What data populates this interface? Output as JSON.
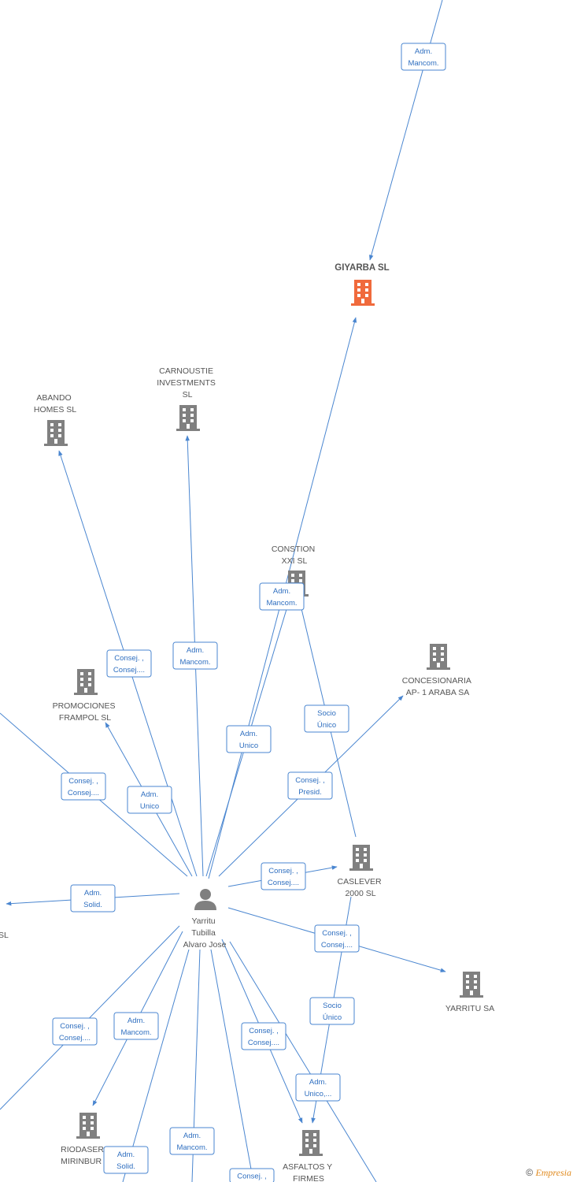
{
  "colors": {
    "edge": "#4a86d0",
    "building": "#808080",
    "focus_building": "#f06a3c",
    "person": "#808080"
  },
  "nodes": [
    {
      "id": "giyarba",
      "label_lines": [
        "GIYARBA  SL"
      ],
      "type": "company",
      "focus": true
    },
    {
      "id": "abando",
      "label_lines": [
        "ABANDO",
        "HOMES  SL"
      ],
      "type": "company"
    },
    {
      "id": "carnoustie",
      "label_lines": [
        "CARNOUSTIE",
        "INVESTMENTS",
        "SL"
      ],
      "type": "company"
    },
    {
      "id": "constion",
      "label_lines": [
        "CONSTION",
        "XXI  SL"
      ],
      "type": "company"
    },
    {
      "id": "concesionaria",
      "label_lines": [
        "CONCESIONARIA",
        "AP- 1 ARABA SA"
      ],
      "type": "company"
    },
    {
      "id": "promociones",
      "label_lines": [
        "PROMOCIONES",
        "FRAMPOL  SL"
      ],
      "type": "company"
    },
    {
      "id": "caslever",
      "label_lines": [
        "CASLEVER",
        "2000 SL"
      ],
      "type": "company"
    },
    {
      "id": "yarritu_sa",
      "label_lines": [
        "YARRITU SA"
      ],
      "type": "company"
    },
    {
      "id": "riodaser",
      "label_lines": [
        "RIODASER &",
        "MIRINBUR  SL"
      ],
      "type": "company"
    },
    {
      "id": "asfaltos",
      "label_lines": [
        "ASFALTOS Y",
        "FIRMES"
      ],
      "type": "company"
    },
    {
      "id": "left_sl",
      "label_lines": [
        "SL"
      ],
      "type": "company"
    },
    {
      "id": "person",
      "label_lines": [
        "Yarritu",
        "Tubilla",
        "Alvaro Jose"
      ],
      "type": "person"
    }
  ],
  "edge_labels": [
    [
      "Adm.",
      "Mancom."
    ],
    [
      "Consej. ,",
      "Consej...."
    ],
    [
      "Adm.",
      "Mancom."
    ],
    [
      "Adm.",
      "Mancom."
    ],
    [
      "Adm.",
      "Unico"
    ],
    [
      "Socio",
      "Único"
    ],
    [
      "Consej. ,",
      "Consej...."
    ],
    [
      "Adm.",
      "Unico"
    ],
    [
      "Consej. ,",
      "Presid."
    ],
    [
      "Consej. ,",
      "Consej...."
    ],
    [
      "Adm.",
      "Solid."
    ],
    [
      "Consej. ,",
      "Consej...."
    ],
    [
      "Socio",
      "Único"
    ],
    [
      "Consej. ,",
      "Consej...."
    ],
    [
      "Adm.",
      "Mancom."
    ],
    [
      "Consej. ,",
      "Consej...."
    ],
    [
      "Adm.",
      "Unico,..."
    ],
    [
      "Adm.",
      "Solid."
    ],
    [
      "Adm.",
      "Mancom."
    ],
    [
      "Consej. ,"
    ]
  ],
  "copyright": {
    "symbol": "©",
    "brand": "Empresia"
  }
}
